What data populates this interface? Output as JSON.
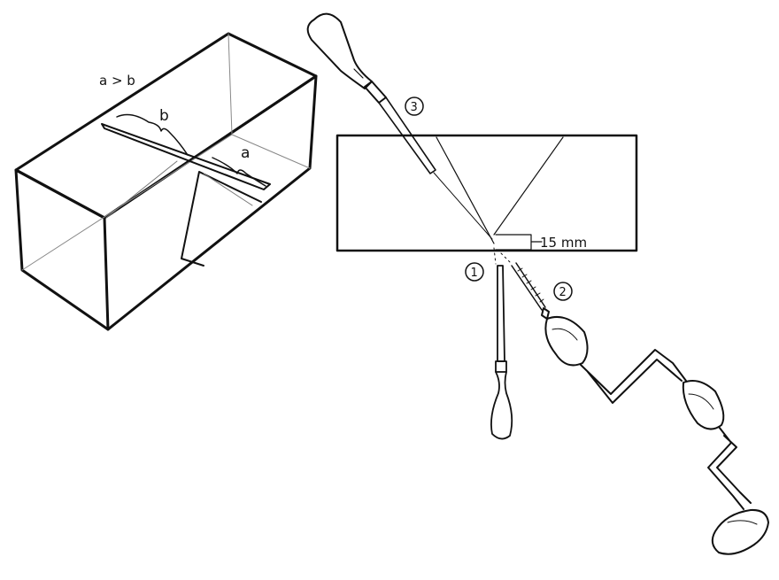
{
  "labels": {
    "ratio": "a > b",
    "dim_a": "a",
    "dim_b": "b",
    "depth": "15 mm",
    "step1": "1",
    "step2": "2",
    "step3": "3"
  },
  "icons": [
    "chisel-icon",
    "hand-drill-icon",
    "gouge-icon"
  ],
  "colors": {
    "ink": "#111111",
    "paper": "#ffffff"
  }
}
